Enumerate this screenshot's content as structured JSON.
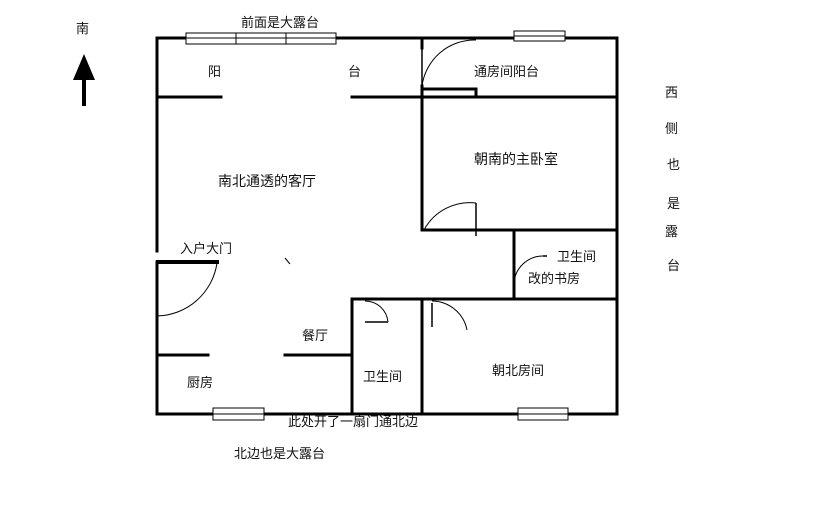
{
  "compass": {
    "label": "南"
  },
  "labels": {
    "front_terrace": "前面是大露台",
    "balcony_left": "阳",
    "balcony_right": "台",
    "bedroom_balcony": "通房间阳台",
    "master_bedroom": "朝南的主卧室",
    "living_room": "南北通透的客厅",
    "entrance": "入户大门",
    "bathroom_right": "卫生间",
    "study": "改的书房",
    "dining": "餐厅",
    "kitchen": "厨房",
    "bathroom_center": "卫生间",
    "north_room": "朝北房间",
    "north_door_note": "此处开了一扇门通北边",
    "north_terrace": "北边也是大露台"
  },
  "west_side": {
    "chars": [
      "西",
      "侧",
      "也",
      "是",
      "露",
      "台"
    ]
  },
  "colors": {
    "wall": "#000000",
    "background": "#ffffff",
    "text": "#111111"
  }
}
